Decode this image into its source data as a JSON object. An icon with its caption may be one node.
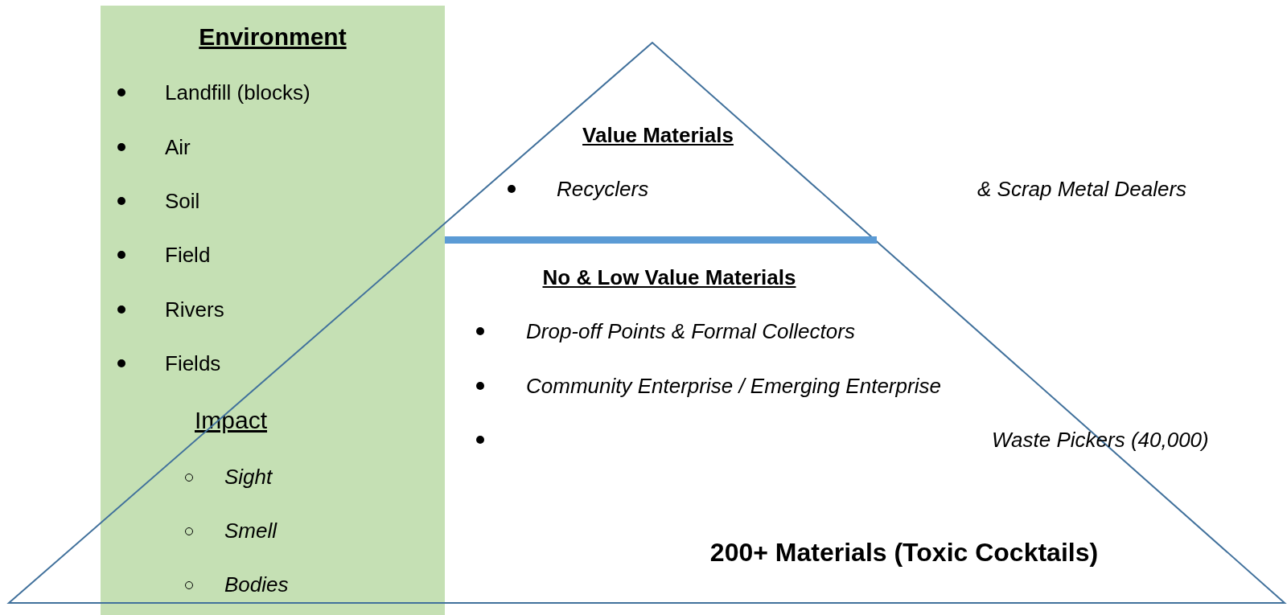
{
  "diagram": {
    "nodes": [
      {
        "text": [
          "Environment",
          "Landfill (blocks)",
          "Air",
          "Soil",
          "Field",
          "Rivers",
          "Fields",
          "Impact",
          "Sight",
          "Smell",
          "Bodies"
        ]
      },
      {
        "text": [
          "Value Materials",
          "Recyclers",
          "& Scrap Metal Dealers",
          "No & Low Value Materials",
          "Drop-off Points & Formal Collectors",
          "Community Enterprise / Emerging Enterprise",
          "Waste Pickers (40,000)",
          "200+ Materials (Toxic Cocktails)"
        ]
      }
    ]
  }
}
